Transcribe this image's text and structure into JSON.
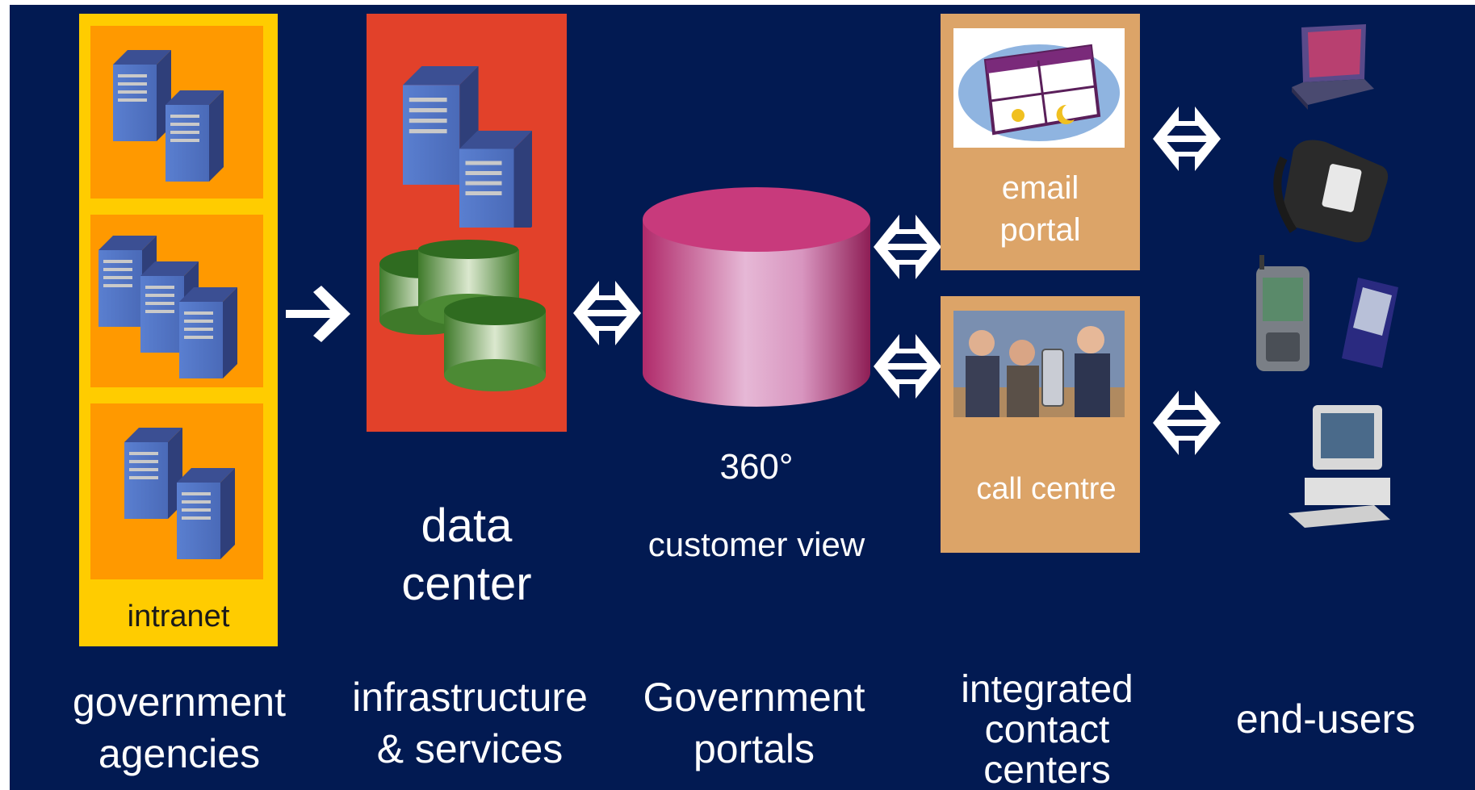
{
  "columns": {
    "agencies": "government\nagencies",
    "infrastructure": "infrastructure\n& services",
    "portals": "Government\nportals",
    "contact_centers": "integrated\ncontact\ncenters",
    "end_users": "end-users"
  },
  "intranet_label": "intranet",
  "data_center_label": "data\ncenter",
  "customer_view": {
    "degrees": "360°",
    "label": "customer view"
  },
  "email_portal_label": "email\nportal",
  "call_centre_label": "call centre",
  "colors": {
    "background": "#021a52",
    "agency_outer": "#ffcc00",
    "agency_inner": "#ff9900",
    "data_center": "#e2412a",
    "portal_box": "#dca468",
    "cylinder": "#c83a7c"
  },
  "icons": [
    "server-icon",
    "database-icon",
    "arrow-right-icon",
    "double-arrow-icon",
    "laptop-icon",
    "desk-phone-icon",
    "mobile-phone-icon",
    "pda-icon",
    "desktop-computer-icon"
  ]
}
